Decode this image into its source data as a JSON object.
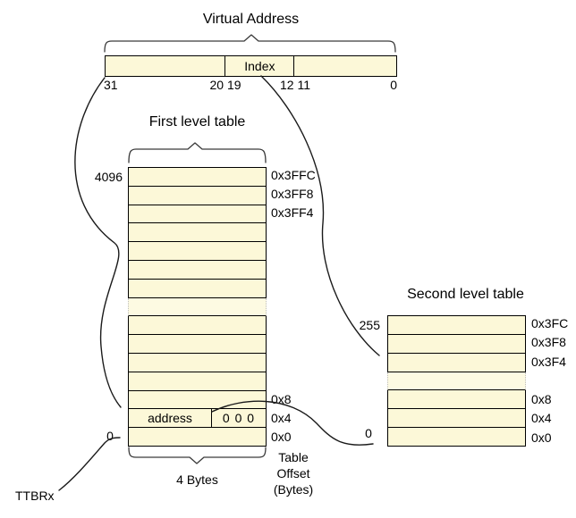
{
  "virtual_address": {
    "title": "Virtual Address",
    "index_label": "Index",
    "bit_labels": [
      "31",
      "20 19",
      "12 11",
      "0"
    ]
  },
  "first_table": {
    "title": "First level table",
    "entry_count_label": "4096",
    "zero_index_label": "0",
    "right_labels": [
      "0x3FFC",
      "0x3FF8",
      "0x3FF4",
      "0x8",
      "0x4",
      "0x0"
    ],
    "address_label": "address",
    "entry_value": "0 0 0",
    "width_label": "4 Bytes"
  },
  "second_table": {
    "title": "Second level table",
    "entry_count_label": "255",
    "zero_index_label": "0",
    "right_labels": [
      "0x3FC",
      "0x3F8",
      "0x3F4",
      "0x8",
      "0x4",
      "0x0"
    ]
  },
  "annotations": {
    "ttbr_label": "TTBRx",
    "table_offset_lines": [
      "Table",
      "Offset",
      "(Bytes)"
    ]
  },
  "colors": {
    "cell_fill": "#fcf8d8",
    "border": "#000000"
  }
}
